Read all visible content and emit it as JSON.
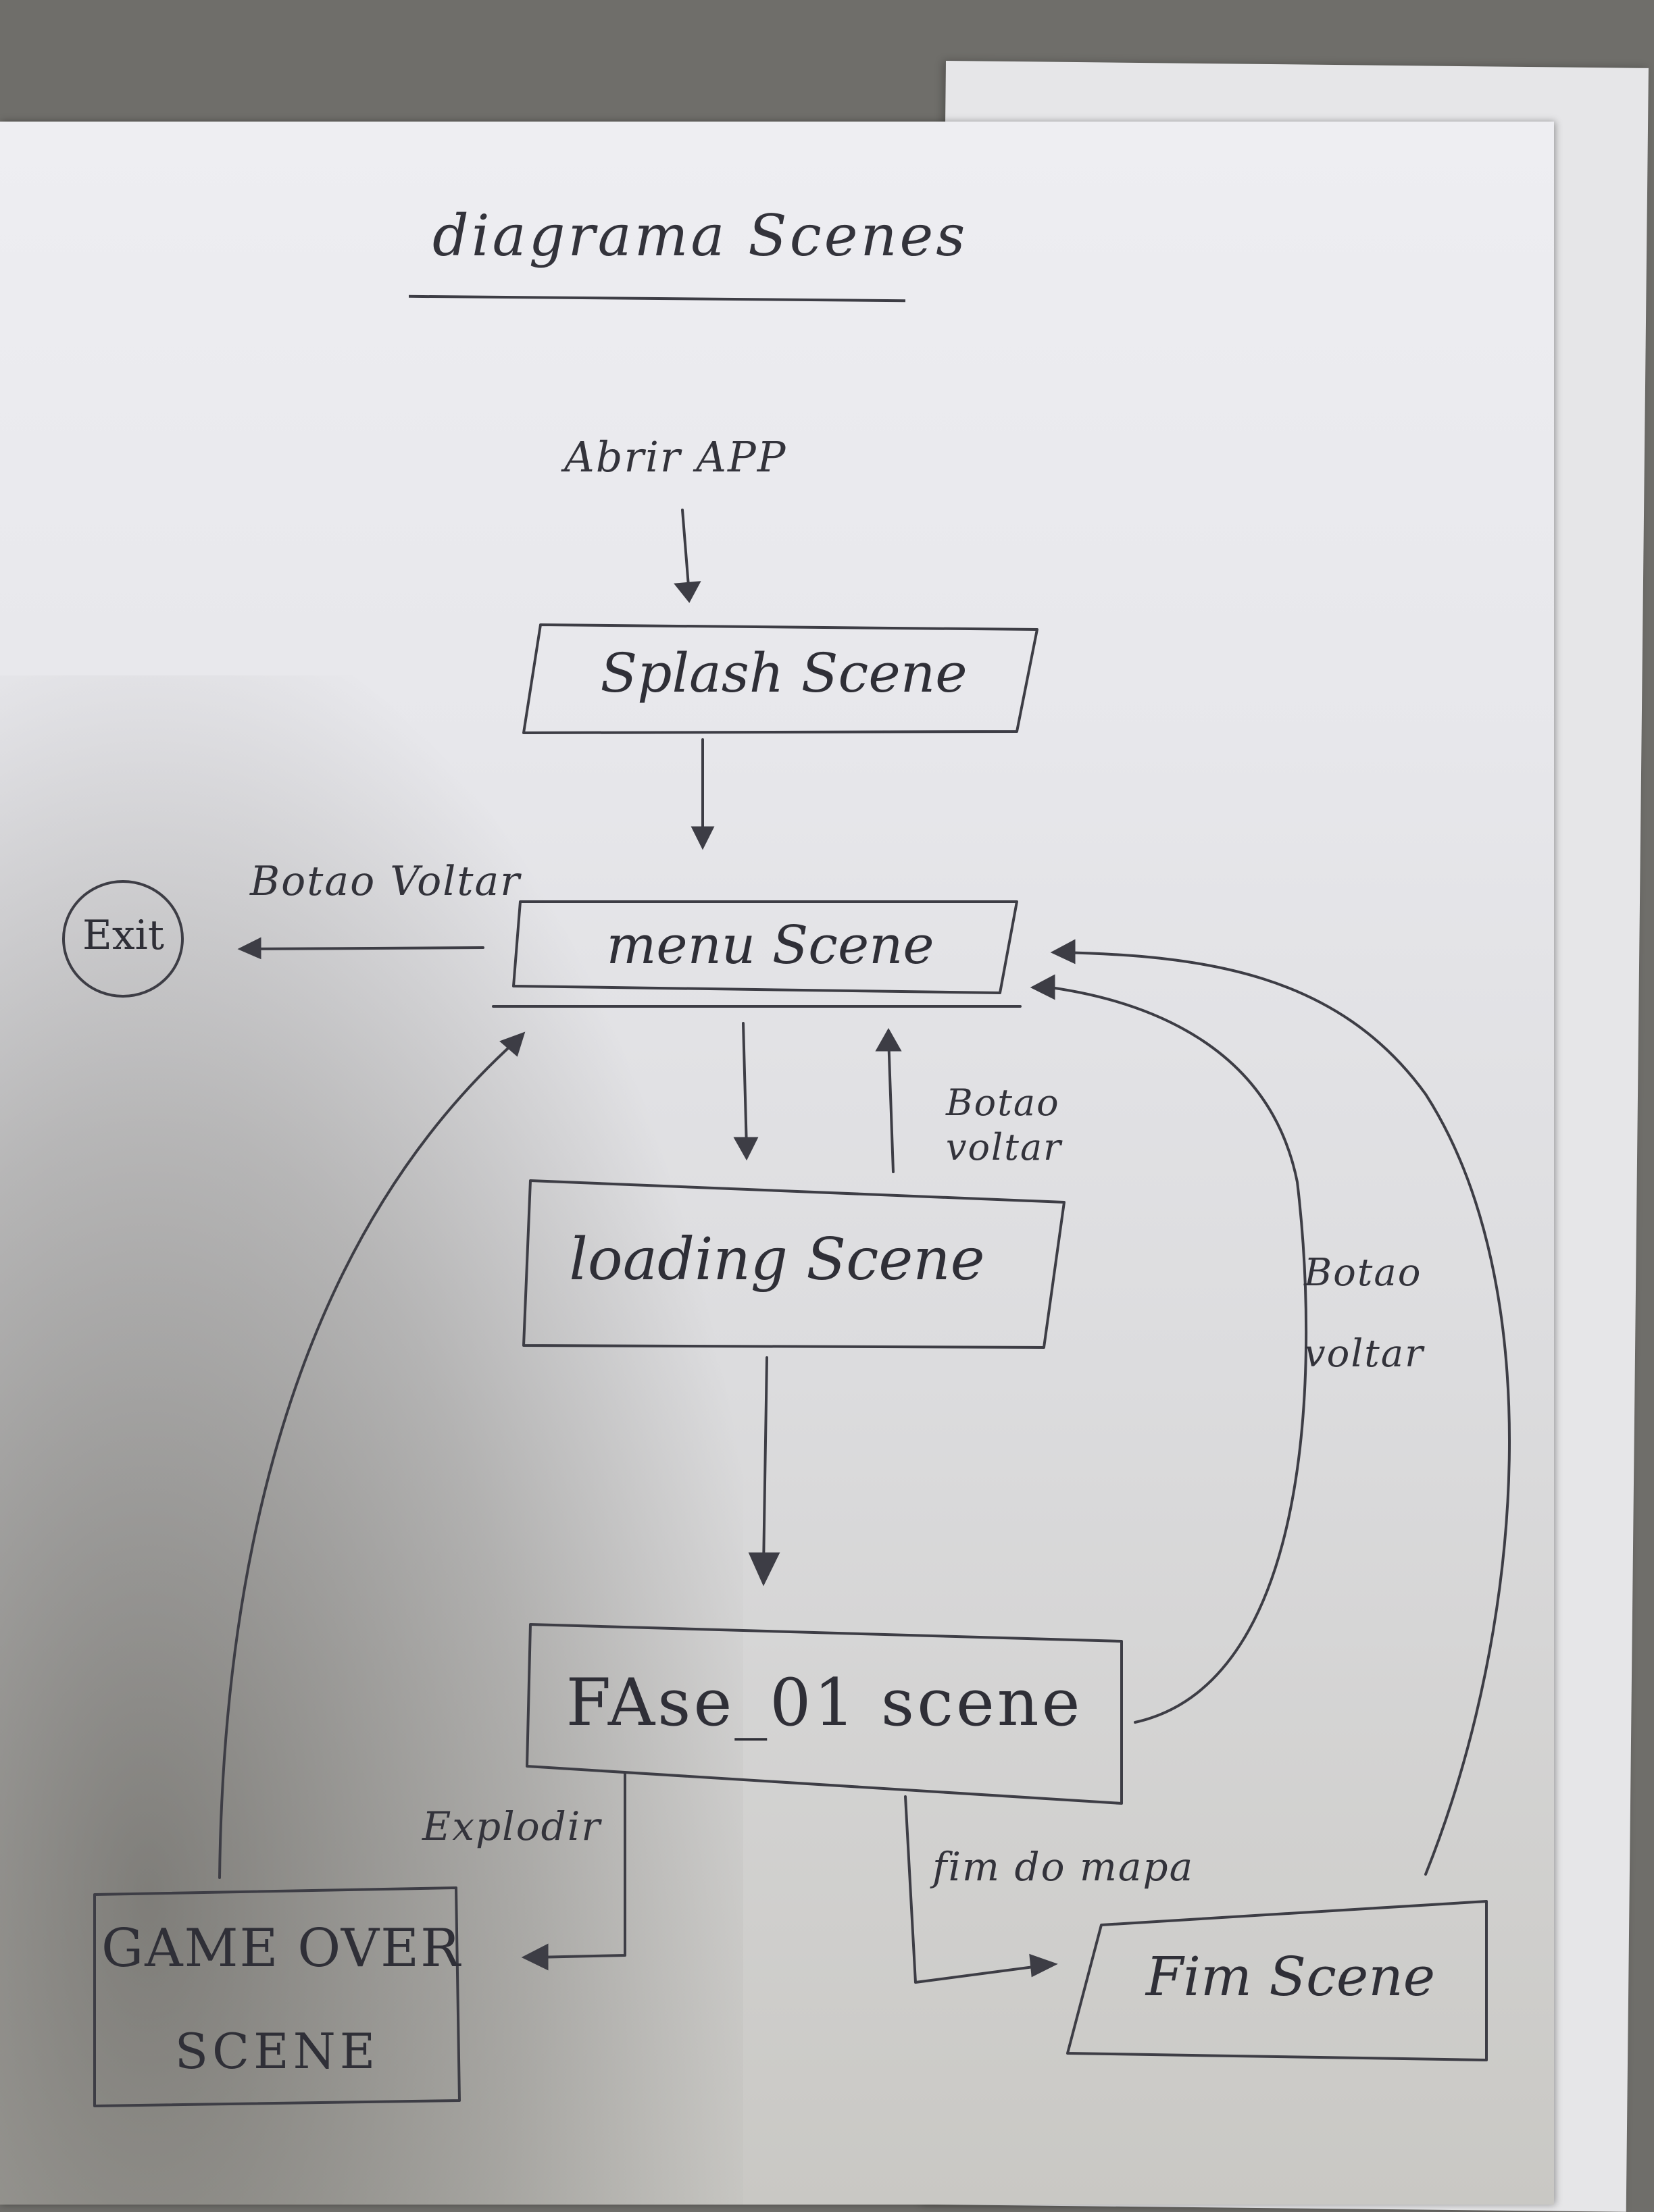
{
  "title": "diagrama Scenes",
  "entry_label": "Abrir APP",
  "nodes": {
    "splash": "Splash Scene",
    "menu": "menu Scene",
    "loading": "loading Scene",
    "fase": "FAse_01 scene",
    "gameover_line1": "GAME OVER",
    "gameover_line2": "SCENE",
    "fim": "Fim Scene",
    "exit": "Exit"
  },
  "edge_labels": {
    "menu_exit": "Botao Voltar",
    "loading_menu": "Botao voltar",
    "fase_menu": "Botao voltar",
    "fase_gameover": "Explodir",
    "fase_fim": "fim do mapa"
  },
  "colors": {
    "ink": "#3d3d45",
    "paper": "#e7e7eb",
    "background": "#6f6e6a"
  }
}
